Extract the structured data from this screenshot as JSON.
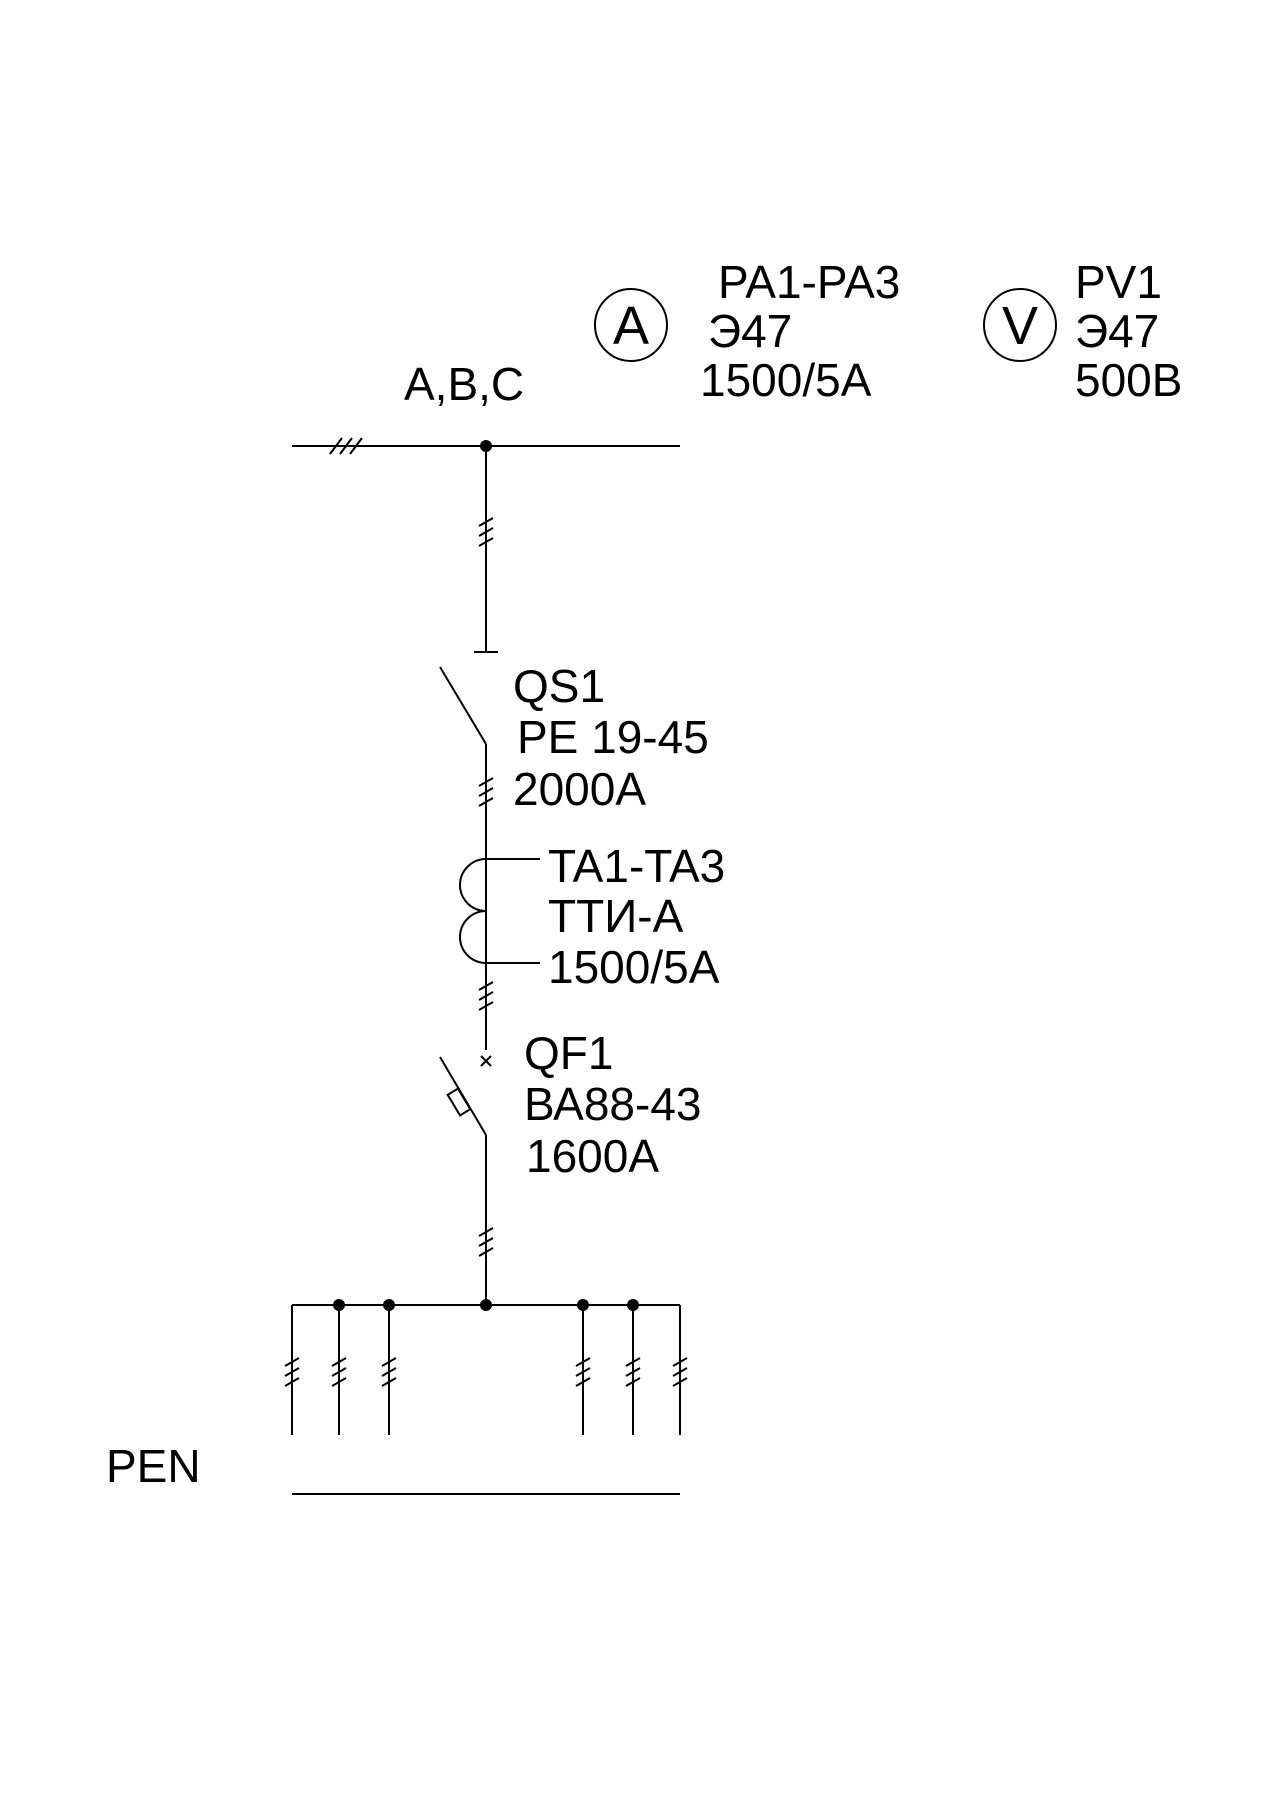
{
  "bus": {
    "label": "A,B,C"
  },
  "ammeter": {
    "symbol": "A",
    "lines": [
      "PA1-PA3",
      "Э47",
      "1500/5А"
    ]
  },
  "voltmeter": {
    "symbol": "V",
    "lines": [
      "PV1",
      "Э47",
      "500В"
    ]
  },
  "switch_qs": {
    "lines": [
      "QS1",
      "РЕ 19-45",
      "2000А"
    ]
  },
  "transformer": {
    "lines": [
      "TA1-TA3",
      "ТТИ-А",
      "1500/5А"
    ]
  },
  "breaker": {
    "lines": [
      "QF1",
      "ВА88-43",
      "1600А"
    ]
  },
  "pen": {
    "label": "PEN"
  }
}
